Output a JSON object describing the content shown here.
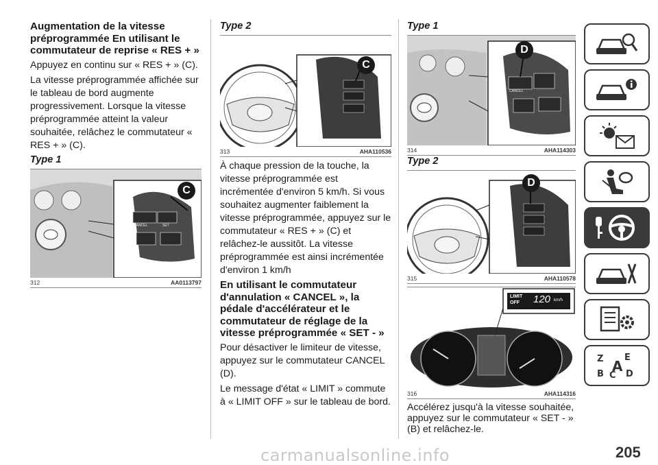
{
  "column1": {
    "heading": "Augmentation de la vitesse préprogrammée En utilisant le commutateur de reprise « RES + »",
    "paragraph1": "Appuyez en continu sur « RES + » (C).",
    "paragraph2": "La vitesse préprogrammée affichée sur le tableau de bord augmente progressivement. Lorsque la vitesse préprogrammée atteint la valeur souhaitée, relâchez le commutateur « RES + » (C).",
    "type_label": "Type 1",
    "figure": {
      "callout": "C",
      "number": "312",
      "code": "AA0113797",
      "cancel": "CANCEL",
      "set": "SET"
    }
  },
  "column2": {
    "type_label": "Type 2",
    "figure": {
      "callout": "C",
      "number": "313",
      "code": "AHA110536"
    },
    "paragraph1": "À chaque pression de la touche, la vitesse préprogrammée est incrémentée d'environ 5 km/h. Si vous souhaitez augmenter faiblement la vitesse préprogrammée, appuyez sur le commutateur « RES + » (C) et relâchez-le aussitôt. La vitesse préprogrammée est ainsi incrémentée d'environ 1 km/h",
    "heading": "En utilisant le commutateur d'annulation « CANCEL », la pédale d'accélérateur et le commutateur de réglage de la vitesse préprogrammée « SET - »",
    "paragraph2": "Pour désactiver le limiteur de vitesse, appuyez sur le commutateur CANCEL (D).",
    "paragraph3": "Le message d'état « LIMIT » commute à « LIMIT OFF » sur le tableau de bord."
  },
  "column3": {
    "type1_label": "Type 1",
    "figure1": {
      "callout": "D",
      "number": "314",
      "code": "AHA114303",
      "cancel": "CANCEL"
    },
    "type2_label": "Type 2",
    "figure2": {
      "callout": "D",
      "number": "315",
      "code": "AHA110578"
    },
    "figure3": {
      "number": "316",
      "code": "AHA114316",
      "limit": "LIMIT",
      "off": "OFF",
      "speed": "120",
      "unit": "km/h"
    },
    "paragraph": "Accélérez jusqu'à la vitesse souhaitée, appuyez sur le commutateur « SET - » (B) et relâchez-le."
  },
  "page_number": "205",
  "watermark": "carmanualsonline.info",
  "sidebar_icons": [
    "car-search-icon",
    "car-info-icon",
    "warning-light-message-icon",
    "airbag-seat-icon",
    "key-steering-wheel-icon",
    "car-tools-icon",
    "settings-list-icon",
    "alphabet-index-icon"
  ]
}
